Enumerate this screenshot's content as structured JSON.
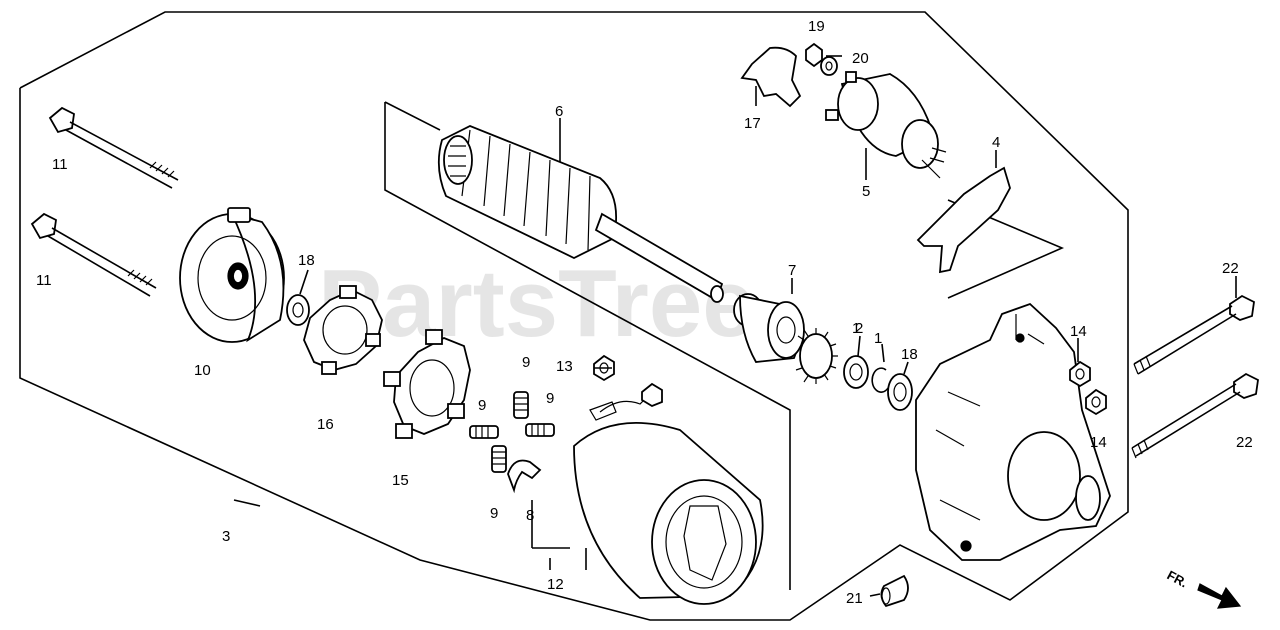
{
  "watermark": "PartsTree",
  "direction_label": "FR.",
  "callouts": {
    "c1": "1",
    "c2": "2",
    "c3": "3",
    "c4": "4",
    "c5": "5",
    "c6": "6",
    "c7": "7",
    "c8": "8",
    "c9a": "9",
    "c9b": "9",
    "c9c": "9",
    "c9d": "9",
    "c10": "10",
    "c11a": "11",
    "c11b": "11",
    "c12": "12",
    "c13": "13",
    "c14a": "14",
    "c14b": "14",
    "c15": "15",
    "c16": "16",
    "c17": "17",
    "c18a": "18",
    "c18b": "18",
    "c19": "19",
    "c20": "20",
    "c21": "21",
    "c22a": "22",
    "c22b": "22"
  }
}
